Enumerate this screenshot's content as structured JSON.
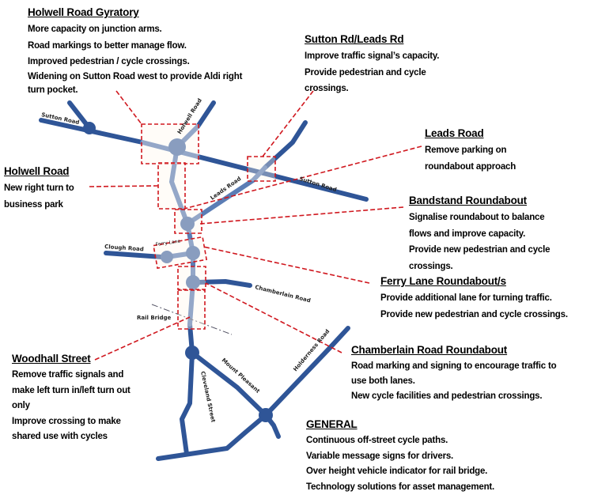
{
  "colors": {
    "road_dark": "#2f5597",
    "road_light": "#5b7db5",
    "callout": "#d0181f"
  },
  "road_labels": {
    "sutton_west": "Sutton Road",
    "sutton_east": "Sutton Road",
    "holwell": "Holwell Road",
    "leads": "Leads Road",
    "clough": "Clough Road",
    "ferry": "Ferry Lane",
    "chamberlain": "Chamberlain Road",
    "rail": "Rail Bridge",
    "cleveland": "Cleveland Street",
    "mount": "Mount Pleasant",
    "holderness": "Holderness Road"
  },
  "callouts": {
    "gyratory": {
      "title": "Holwell Road Gyratory",
      "lines": [
        "More capacity on junction arms.",
        "Road markings to better manage flow.",
        "Improved pedestrian / cycle crossings.",
        "Widening on Sutton Road west to provide Aldi right",
        "turn pocket."
      ]
    },
    "sutton_leads": {
      "title": "Sutton Rd/Leads Rd",
      "lines": [
        "Improve traffic signal’s capacity.",
        "Provide pedestrian and cycle",
        "crossings."
      ]
    },
    "leads": {
      "title": "Leads Road",
      "lines": [
        "Remove parking on",
        "roundabout approach"
      ]
    },
    "holwell": {
      "title": "Holwell Road",
      "lines": [
        "New right turn to",
        "business park"
      ]
    },
    "bandstand": {
      "title": "Bandstand Roundabout",
      "lines": [
        "Signalise roundabout to balance",
        "flows and improve capacity.",
        "Provide new pedestrian and cycle",
        "crossings."
      ]
    },
    "ferry": {
      "title": "Ferry Lane Roundabout/s",
      "lines": [
        "Provide additional lane for turning traffic.",
        "Provide new pedestrian and cycle crossings."
      ]
    },
    "woodhall": {
      "title": "Woodhall Street",
      "lines": [
        "Remove traffic signals and",
        "make left turn in/left turn out",
        "only",
        "Improve crossing to make",
        "shared use with cycles"
      ]
    },
    "chamberlain": {
      "title": "Chamberlain Road Roundabout",
      "lines": [
        "Road marking and signing to encourage traffic to",
        "use both lanes.",
        "New cycle facilities and pedestrian crossings."
      ]
    },
    "general": {
      "title": "GENERAL",
      "lines": [
        "Continuous off-street cycle paths.",
        "Variable message signs for drivers.",
        "Over height vehicle indicator for rail bridge.",
        "Technology solutions for asset management."
      ]
    }
  }
}
